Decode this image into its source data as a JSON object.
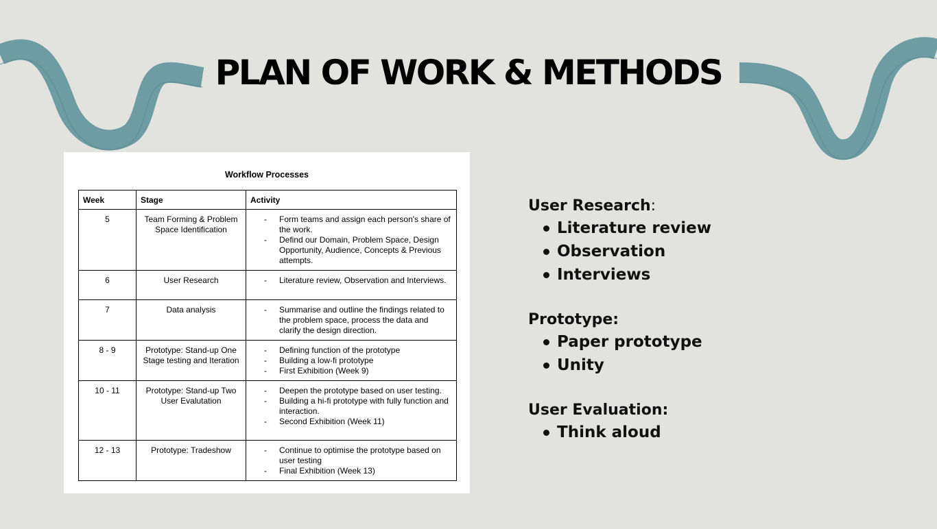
{
  "slide": {
    "title": "PLAN OF WORK & METHODS",
    "accent_color": "#6d9da3",
    "background_color": "#e2e3de",
    "decoration": "wavy-ribbon-shape"
  },
  "document": {
    "title": "Workflow Processes",
    "columns": [
      "Week",
      "Stage",
      "Activity"
    ],
    "rows": [
      {
        "week": "5",
        "stage": "Team Forming & Problem Space Identification",
        "activities": [
          "Form teams and assign each person's share of the work.",
          "Defind our Domain, Problem Space, Design Opportunity, Audience, Concepts & Previous attempts."
        ]
      },
      {
        "week": "6",
        "stage": "User Research",
        "activities": [
          "Literature review, Observation and Interviews."
        ]
      },
      {
        "week": "7",
        "stage": "Data analysis",
        "activities": [
          "Summarise and outline the findings related to the problem space, process the data and clarify the design direction."
        ]
      },
      {
        "week": "8 - 9",
        "stage": "Prototype: Stand-up One Stage testing and Iteration",
        "activities": [
          "Defining function of the prototype",
          "Building a low-fi prototype",
          "First Exhibition (Week 9)"
        ]
      },
      {
        "week": "10 - 11",
        "stage": "Prototype: Stand-up Two User Evalutation",
        "activities": [
          "Deepen the prototype based on user testing.",
          "Building a hi-fi prototype with fully function and interaction.",
          "Second Exhibition (Week 11)"
        ]
      },
      {
        "week": "12 - 13",
        "stage": "Prototype: Tradeshow",
        "activities": [
          "Continue to optimise the prototype based on user testing",
          "Final Exhibition (Week 13)"
        ]
      }
    ]
  },
  "methods": {
    "user_research": {
      "heading": "User Research",
      "colon": ":",
      "items": [
        "Literature review",
        "Observation",
        "Interviews"
      ]
    },
    "prototype": {
      "heading": "Prototype:",
      "items": [
        "Paper prototype",
        "Unity"
      ]
    },
    "user_evaluation": {
      "heading": "User Evaluation:",
      "items": [
        "Think aloud"
      ]
    }
  }
}
